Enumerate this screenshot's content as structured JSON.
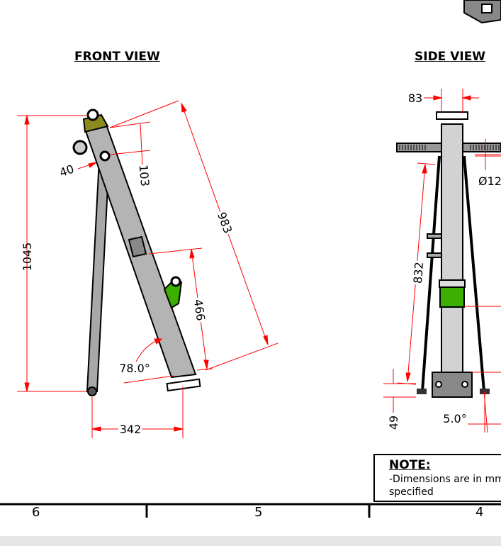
{
  "views": {
    "front": {
      "title": "FRONT VIEW",
      "dimensions": {
        "height": "1045",
        "width": "342",
        "length": "983",
        "mid": "466",
        "offset": "103",
        "small": "40",
        "angle": "78.0°"
      }
    },
    "side": {
      "title": "SIDE VIEW",
      "dimensions": {
        "top_width": "83",
        "diameter": "Ø12",
        "leg": "832",
        "foot": "49",
        "angle": "5.0°"
      }
    }
  },
  "note": {
    "title": "NOTE:",
    "line1": "-Dimensions are in mm",
    "line2": "specified"
  },
  "zones": [
    "6",
    "5",
    "4"
  ],
  "colors": {
    "dimension": "#ff0000",
    "steel": "#b4b4b4",
    "bracket_green": "#3cb000",
    "cap_olive": "#8a8a1e"
  }
}
